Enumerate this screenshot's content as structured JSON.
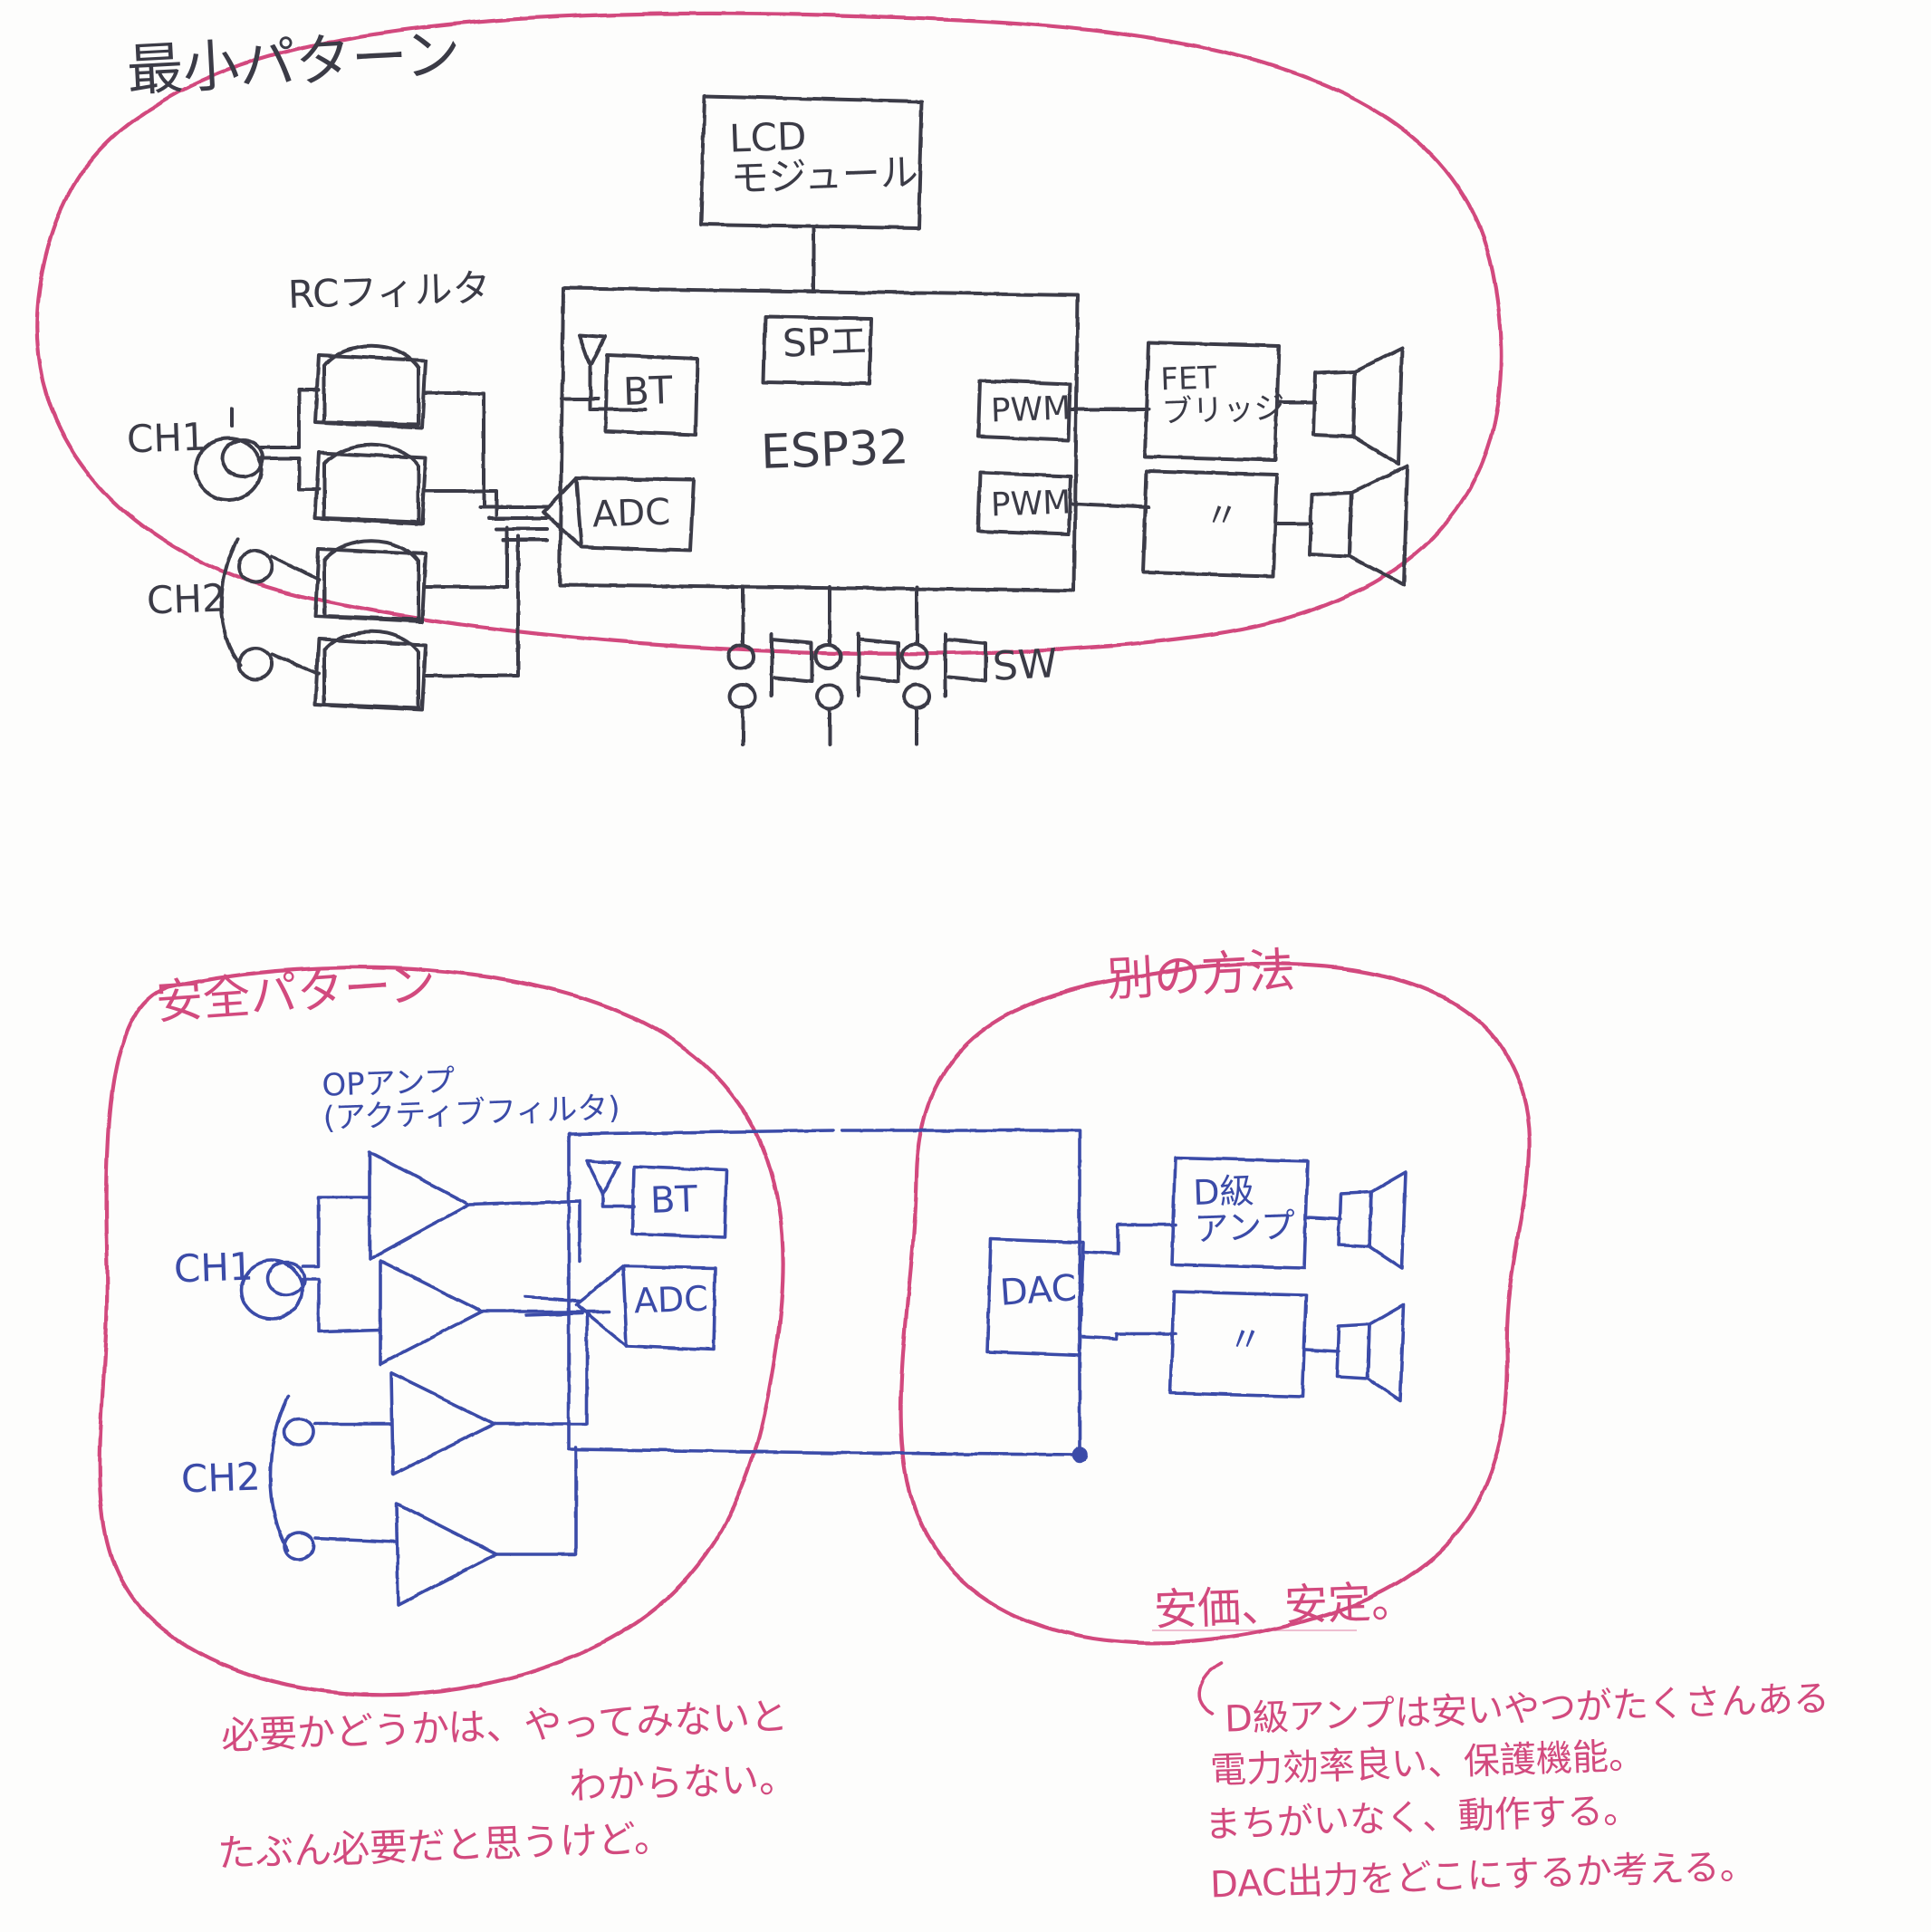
{
  "page": {
    "kind": "hand-drawn-sketch",
    "medium": "pencil and ballpoint on white paper",
    "colors": {
      "pencil": "#3b3b46",
      "blue_pen": "#3b4ba8",
      "red_pen": "#d24a7e",
      "paper": "#fdfdfc"
    }
  },
  "sections": {
    "top": {
      "title": "最小パターン",
      "title_romaji": "saishou pattern (minimum pattern)",
      "enclosure": "red oval loop"
    },
    "bottom_left": {
      "title": "安全パターン",
      "title_romaji": "anzen pattern (safe pattern)",
      "enclosure": "red oval loop"
    },
    "bottom_right": {
      "title": "別の方法",
      "title_romaji": "betsu no houhou (another method)",
      "enclosure": "red oval loop"
    }
  },
  "top_diagram": {
    "lcd_module": "LCD\nモジュール",
    "spi": "SPエ",
    "bt": "BT",
    "mcu": "ESP32",
    "adc": "ADC",
    "pwm_1": "PWM",
    "pwm_2": "PWM",
    "fet_bridge": "FET\nブリッジ",
    "fet_bridge_2": "〃",
    "rc_filter": "RCフィルタ",
    "ch1": "CH1",
    "ch2": "CH2",
    "sw": "SW",
    "switch_count": 3,
    "speaker_count": 2,
    "filter_block_count": 4,
    "antenna": "antenna-symbol"
  },
  "bottom_left_diagram": {
    "opamp_label": "OPアンプ\n(アクティブフィルタ)",
    "ch1": "CH1",
    "ch2": "CH2",
    "bt": "BT",
    "adc": "ADC",
    "opamp_count": 4,
    "antenna": "antenna-symbol"
  },
  "bottom_right_diagram": {
    "dac": "DAC",
    "class_d_amp": "D級\nアンプ",
    "class_d_amp_2": "〃",
    "speaker_count": 2
  },
  "notes": {
    "left": [
      "必要かどうかは、やってみないと",
      "わからない。",
      "たぶん必要だと思うけど。"
    ],
    "right_heading": "安価、安定。",
    "right": [
      "D級アンプは安いやつがたくさんある",
      "電力効率良い、保護機能。",
      "まちがいなく、動作する。",
      "DAC出力をどこにするか考える。"
    ]
  }
}
